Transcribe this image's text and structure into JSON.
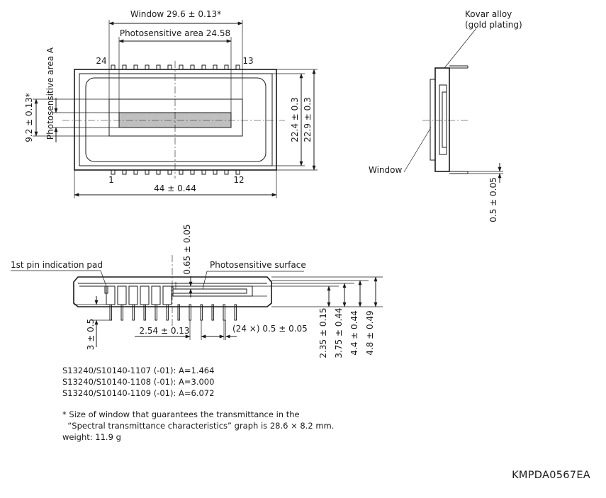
{
  "top_view": {
    "window_dim": "Window 29.6 ± 0.13*",
    "photosensitive_dim": "Photosensitive area 24.58",
    "photosensitive_a_label": "Photosensitive area A",
    "height_dim_small": "9.2 ± 0.13*",
    "height_dim_inner": "22.4 ± 0.3",
    "height_dim_outer": "22.9 ± 0.3",
    "length_dim": "44 ± 0.44",
    "pin_24": "24",
    "pin_13": "13",
    "pin_1": "1",
    "pin_12": "12"
  },
  "side_view": {
    "material_line1": "Kovar alloy",
    "material_line2": "(gold plating)",
    "window_label": "Window",
    "lid_dim": "0.5 ± 0.05"
  },
  "front_view": {
    "pin_pad_label": "1st pin indication pad",
    "surface_label": "Photosensitive surface",
    "surface_dim": "0.65 ± 0.05",
    "pin_length_dim": "3 ± 0.5",
    "pitch_dim": "2.54 ± 0.13",
    "pin_width_dim": "(24 ×) 0.5 ± 0.05",
    "height_dims": [
      "2.35 ± 0.15",
      "3.75 ± 0.44",
      "4.4 ± 0.44",
      "4.8 ± 0.49"
    ]
  },
  "notes": {
    "models": [
      "S13240/S10140-1107 (-01): A=1.464",
      "S13240/S10140-1108 (-01): A=3.000",
      "S13240/S10140-1109 (-01): A=6.072"
    ],
    "footnote_line1": "* Size of window that guarantees the transmittance in the",
    "footnote_line2": "  “Spectral transmittance characteristics” graph is 28.6 × 8.2 mm.",
    "weight": "weight: 11.9 g"
  },
  "drawing_code": "KMPDA0567EA"
}
